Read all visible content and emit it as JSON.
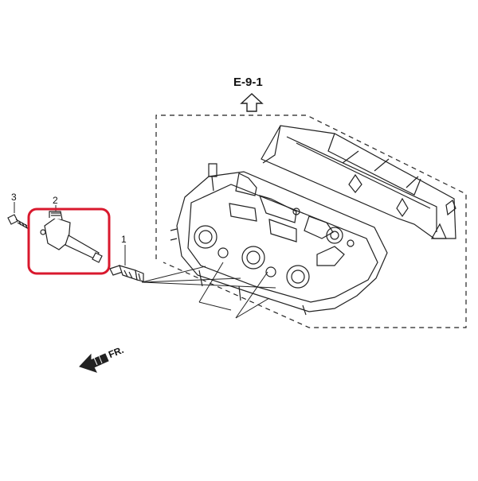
{
  "diagram": {
    "reference_code": "E-9-1",
    "callouts": {
      "part_1": "1",
      "part_2": "2",
      "part_3": "3"
    },
    "front_indicator": "FR."
  },
  "colors": {
    "line": "#222222",
    "highlight_box": "#d9182d",
    "background": "#ffffff"
  },
  "icons": {
    "reference_arrow": "up-arrow-outline-icon",
    "front_arrow": "left-down-arrow-icon"
  }
}
